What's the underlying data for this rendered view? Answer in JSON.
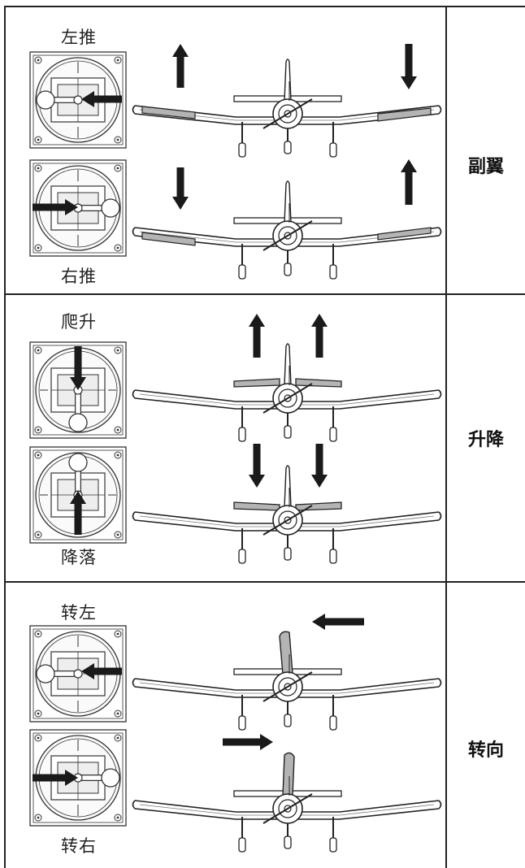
{
  "sections": [
    {
      "name": "副翼",
      "labels": {
        "top": "左推",
        "bottom": "右推"
      }
    },
    {
      "name": "升降",
      "labels": {
        "top": "爬升",
        "bottom": "降落"
      }
    },
    {
      "name": "转向",
      "labels": {
        "top": "转左",
        "bottom": "转右"
      }
    }
  ],
  "colors": {
    "line": "#222222",
    "surface_highlight": "#b4b4b4",
    "arrow": "#1a1a1a",
    "background": "#ffffff"
  },
  "icons": [
    "transmitter-stick-icon",
    "airplane-front-view-icon",
    "direction-arrow-icon"
  ]
}
